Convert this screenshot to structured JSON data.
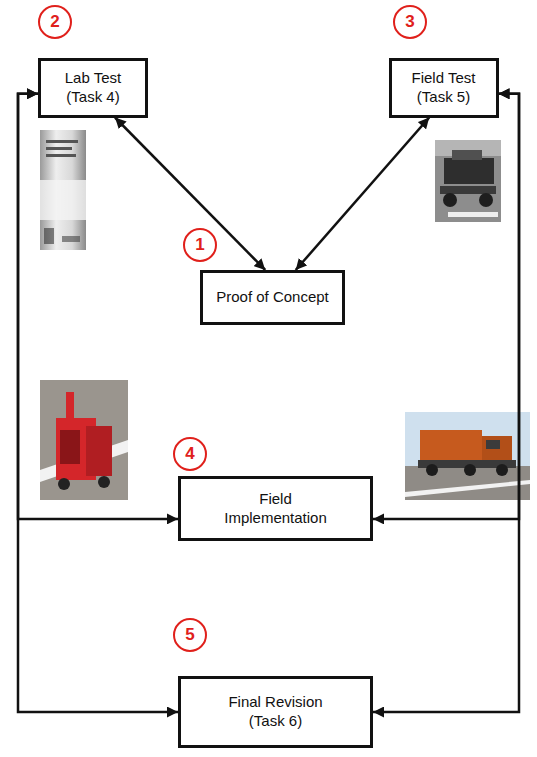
{
  "diagram": {
    "nodes": [
      {
        "text": [
          "Lab Test (Task 4)"
        ]
      },
      {
        "text": [
          "Field Test (Task 5)"
        ]
      },
      {
        "text": [
          "Proof of Concept"
        ]
      },
      {
        "text": [
          "Field Implementation"
        ]
      },
      {
        "text": [
          "Final Revision (Task 6)"
        ]
      }
    ],
    "edges": [
      {
        "from": 0,
        "to": 2,
        "arrow": "both"
      },
      {
        "from": 1,
        "to": 2,
        "arrow": "both"
      },
      {
        "from": 0,
        "to": 3,
        "arrow": "both"
      },
      {
        "from": 0,
        "to": 4,
        "arrow": "both"
      },
      {
        "from": 1,
        "to": 3,
        "arrow": "both"
      },
      {
        "from": 1,
        "to": 4,
        "arrow": "both"
      }
    ],
    "labels": [
      "2",
      "3",
      "1",
      "4",
      "5"
    ]
  }
}
